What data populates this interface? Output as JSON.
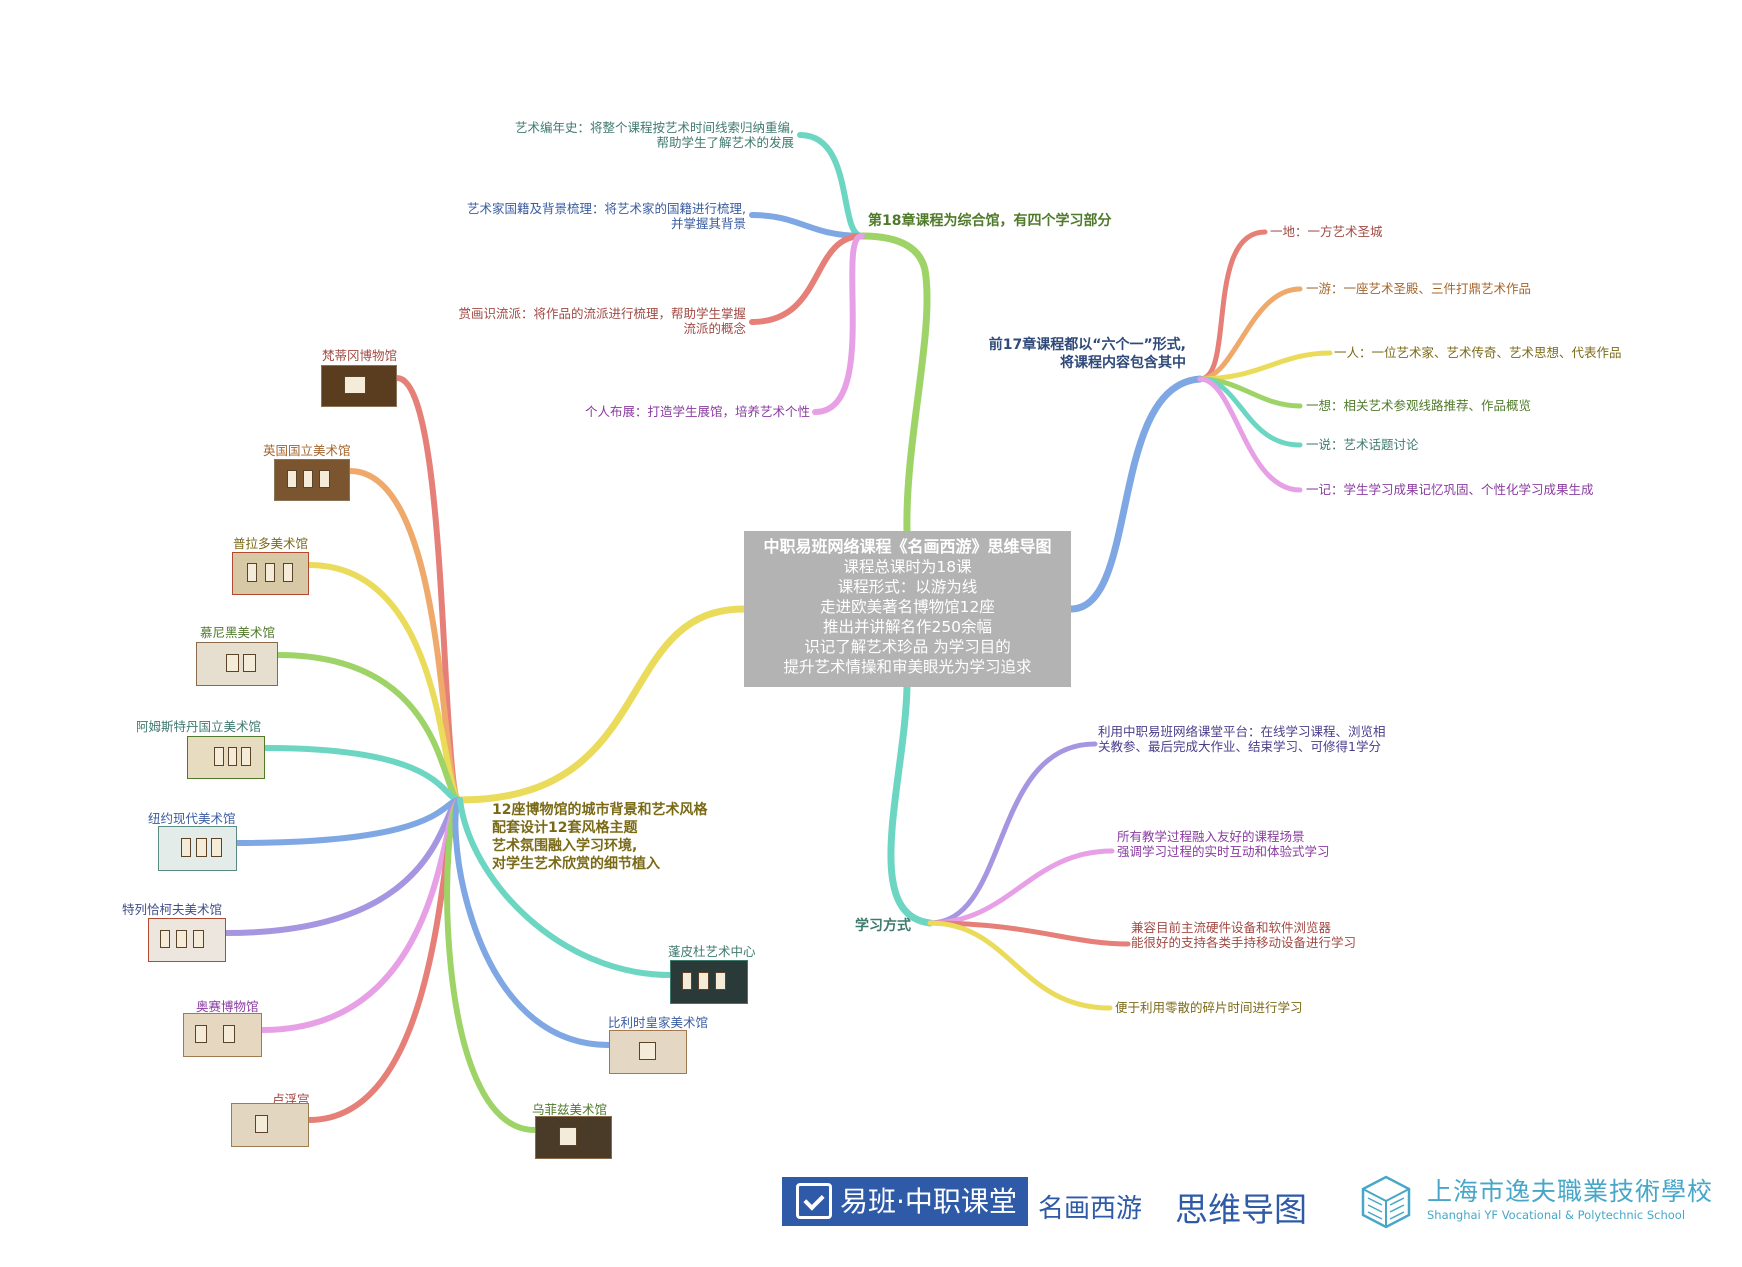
{
  "center": {
    "title": "中职易班网络课程《名画西游》思维导图",
    "lines": [
      "课程总课时为18课",
      "课程形式：以游为线",
      "走进欧美著名博物馆12座",
      "推出并讲解名作250余幅",
      "识记了解艺术珍品 为学习目的",
      "提升艺术情操和审美眼光为学习追求"
    ]
  },
  "branch_ch18": {
    "label": "第18章课程为综合馆，有四个学习部分",
    "children": [
      {
        "line1": "艺术编年史：将整个课程按艺术时间线索归纳重编,",
        "line2": "帮助学生了解艺术的发展"
      },
      {
        "line1": "艺术家国籍及背景梳理：将艺术家的国籍进行梳理,",
        "line2": "并掌握其背景"
      },
      {
        "line1": "赏画识流派：将作品的流派进行梳理，帮助学生掌握",
        "line2": "流派的概念"
      },
      {
        "line1": "个人布展：打造学生展馆，培养艺术个性",
        "line2": ""
      }
    ]
  },
  "branch_ch17": {
    "line1": "前17章课程都以“六个一”形式,",
    "line2": "将课程内容包含其中",
    "children": [
      "一地：一方艺术圣城",
      "一游：一座艺术圣殿、三件打鼎艺术作品",
      "一人：一位艺术家、艺术传奇、艺术思想、代表作品",
      "一想：相关艺术参观线路推荐、作品概览",
      "一说：艺术话题讨论",
      "一记：学生学习成果记忆巩固、个性化学习成果生成"
    ]
  },
  "branch_museums": {
    "lines": [
      "12座博物馆的城市背景和艺术风格",
      "配套设计12套风格主题",
      "艺术氛围融入学习环境,",
      "对学生艺术欣赏的细节植入"
    ],
    "children": [
      "梵蒂冈博物馆",
      "英国国立美术馆",
      "普拉多美术馆",
      "慕尼黑美术馆",
      "阿姆斯特丹国立美术馆",
      "纽约现代美术馆",
      "特列恰柯夫美术馆",
      "奥赛博物馆",
      "卢浮宫",
      "乌菲兹美术馆",
      "比利时皇家美术馆",
      "蓬皮杜艺术中心"
    ]
  },
  "branch_study": {
    "label": "学习方式",
    "children": [
      {
        "line1": "利用中职易班网络课堂平台：在线学习课程、浏览相",
        "line2": "关教参、最后完成大作业、结束学习、可修得1学分"
      },
      {
        "line1": "所有教学过程融入友好的课程场景",
        "line2": "强调学习过程的实时互动和体验式学习"
      },
      {
        "line1": "兼容目前主流硬件设备和软件浏览器",
        "line2": "能很好的支持各类手持移动设备进行学习"
      },
      {
        "line1": "便于利用零散的碎片时间进行学习",
        "line2": ""
      }
    ]
  },
  "footer": {
    "logo_text": "易班·中职课堂",
    "course_name": "名画西游",
    "doc_type": "思维导图",
    "school_cn": "上海市逸夫職業技術學校",
    "school_en": "Shanghai YF  Vocational & Polytechnic School"
  },
  "colors": {
    "red": "#e57f78",
    "orange": "#eea96b",
    "yellow": "#eadb5b",
    "green": "#9ed467",
    "teal": "#6dd6c3",
    "blue": "#7fa7e3",
    "purple": "#a695e0",
    "pink": "#e7a0e5",
    "text_teal": "#3f7a6f",
    "text_blue": "#3b5da0",
    "text_red": "#a14a44",
    "text_purple": "#8a3ba0",
    "text_olive": "#7a6a18",
    "text_green": "#4f7a2a",
    "text_navy": "#2f4a7a",
    "footer_blue": "#2e5aa8",
    "school_teal": "#48a7c9"
  }
}
